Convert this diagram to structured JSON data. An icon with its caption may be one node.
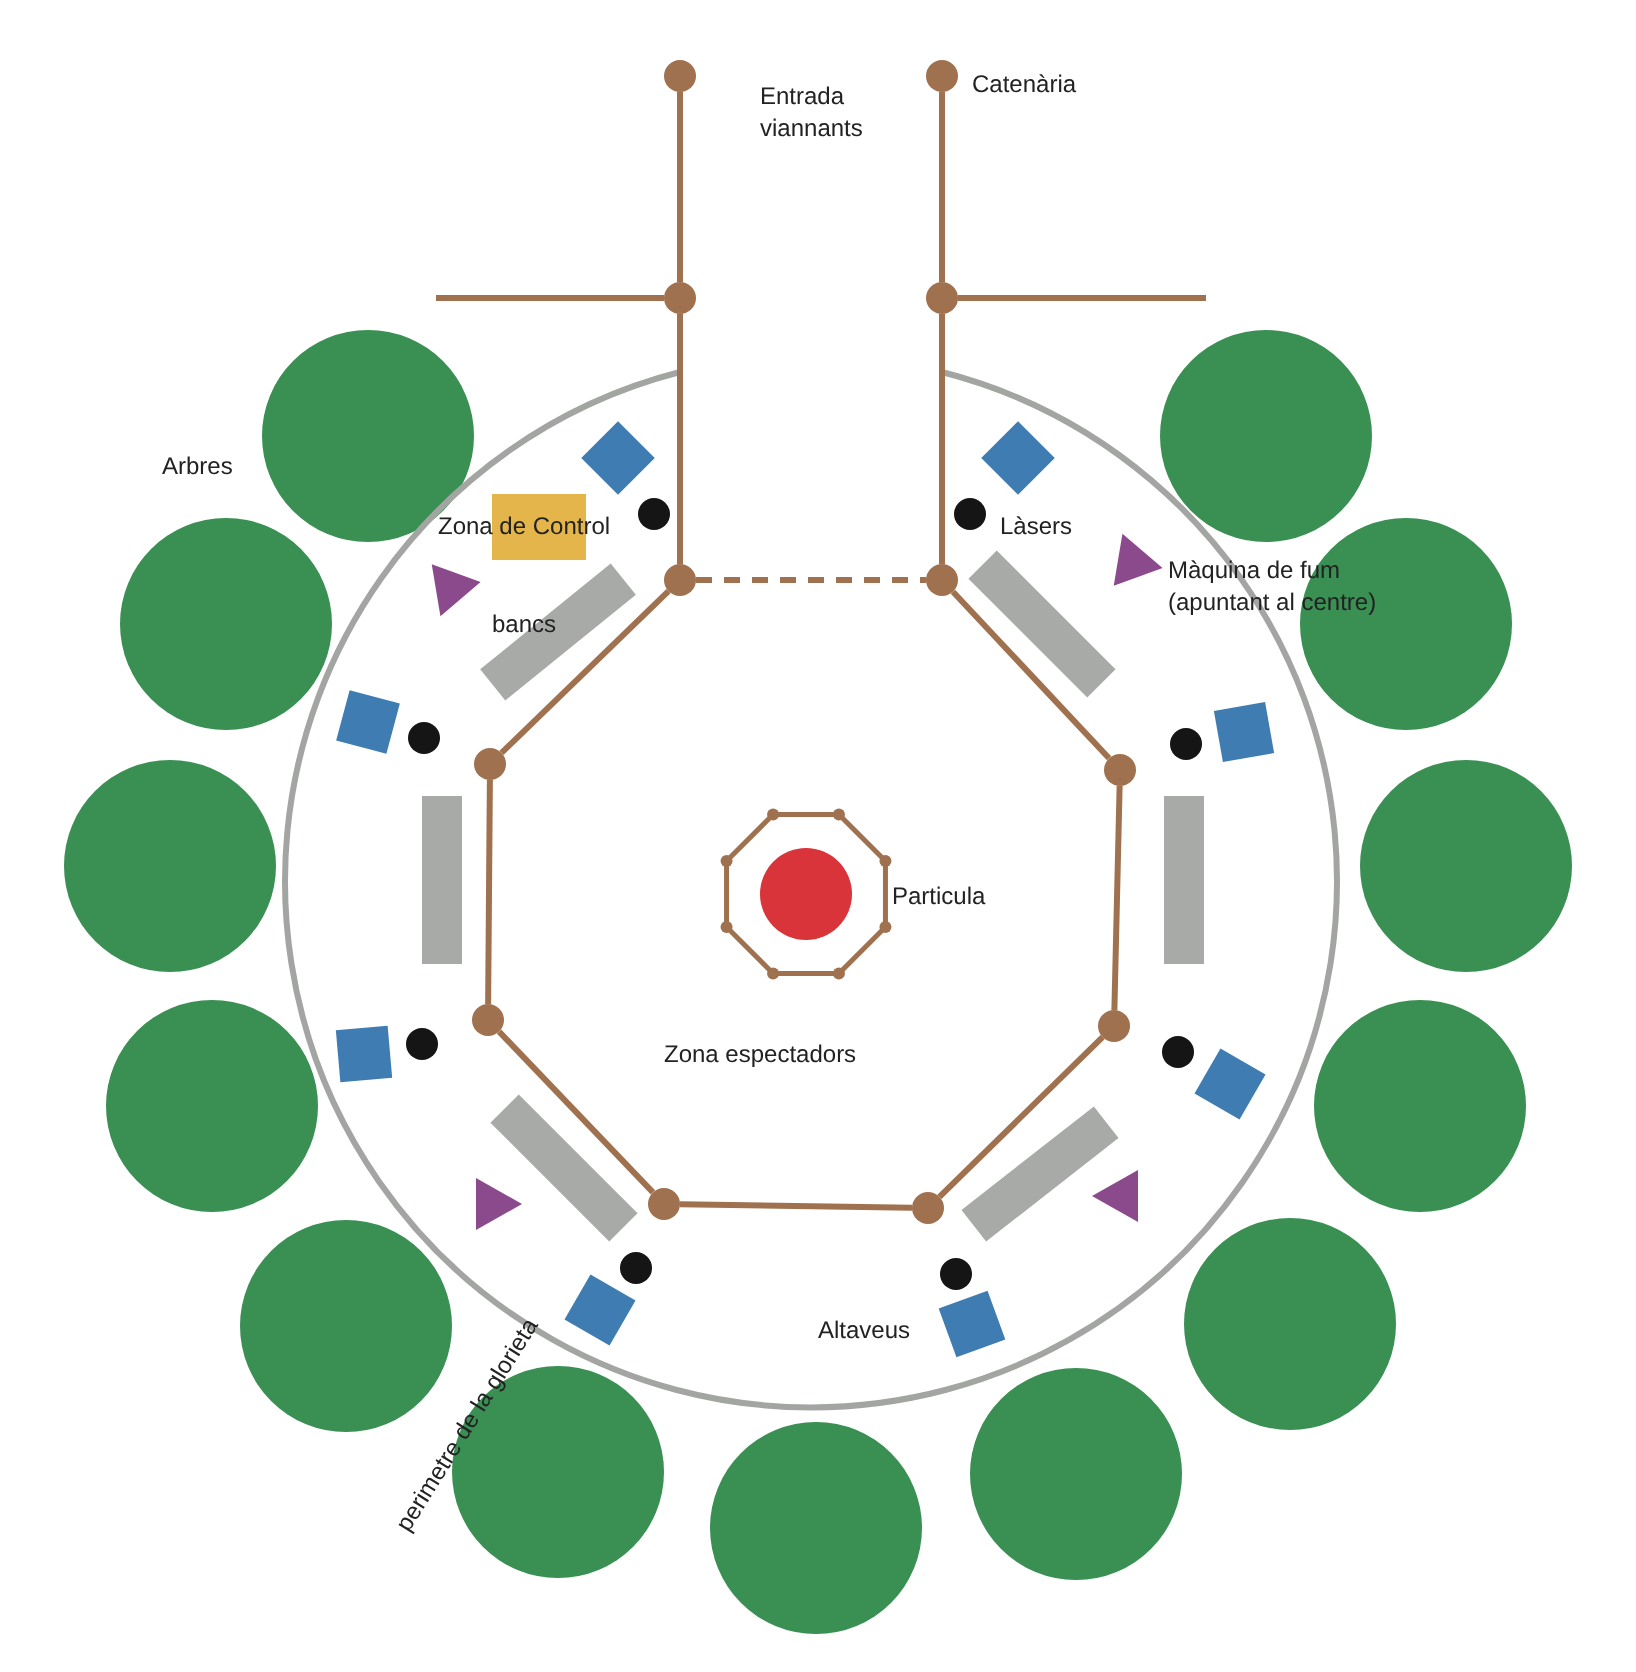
{
  "diagram": {
    "nodes": [
      {
        "text": [],
        "shape": "circle"
      },
      {
        "text": [],
        "shape": "circle"
      },
      {
        "text": [],
        "shape": "circle"
      },
      {
        "text": [],
        "shape": "circle"
      },
      {
        "text": [],
        "shape": "circle"
      },
      {
        "text": [],
        "shape": "circle"
      },
      {
        "text": [],
        "shape": "circle"
      },
      {
        "text": [],
        "shape": "circle"
      },
      {
        "text": [],
        "shape": "circle"
      },
      {
        "text": [],
        "shape": "circle"
      },
      {
        "text": [],
        "shape": "circle"
      },
      {
        "text": [],
        "shape": "circle"
      },
      {
        "text": [],
        "shape": "circle"
      },
      {
        "text": [],
        "shape": "circle"
      },
      {
        "text": [],
        "shape": "circle"
      },
      {
        "text": [],
        "shape": "circle"
      },
      {
        "text": [],
        "shape": "circle"
      },
      {
        "text": [],
        "shape": "circle"
      },
      {
        "text": [],
        "shape": "circle"
      },
      {
        "text": [],
        "shape": "circle"
      },
      {
        "text": [],
        "shape": "circle"
      },
      {
        "text": [],
        "shape": "circle"
      },
      {
        "text": [],
        "shape": "circle"
      },
      {
        "text": [],
        "shape": "circle"
      },
      {
        "text": [],
        "shape": "circle"
      },
      {
        "text": [],
        "shape": "bar"
      },
      {
        "text": [],
        "shape": "bar"
      },
      {
        "text": [],
        "shape": "bar"
      },
      {
        "text": [],
        "shape": "bar"
      },
      {
        "text": [],
        "shape": "bar"
      },
      {
        "text": [],
        "shape": "bar"
      }
    ],
    "edges": [
      {
        "from": 0,
        "to": 2,
        "arrow": "none"
      },
      {
        "from": 2,
        "to": 4,
        "arrow": "none"
      },
      {
        "from": 1,
        "to": 3,
        "arrow": "none"
      },
      {
        "from": 3,
        "to": 5,
        "arrow": "none"
      },
      {
        "from": null,
        "to": 2,
        "arrow": "none"
      },
      {
        "from": 3,
        "to": null,
        "arrow": "none"
      },
      {
        "from": 4,
        "to": 5,
        "arrow": "none",
        "style": "dashed"
      },
      {
        "from": 5,
        "to": 6,
        "arrow": "none"
      },
      {
        "from": 6,
        "to": 7,
        "arrow": "none"
      },
      {
        "from": 7,
        "to": 8,
        "arrow": "none"
      },
      {
        "from": 8,
        "to": 9,
        "arrow": "none"
      },
      {
        "from": 9,
        "to": 10,
        "arrow": "none"
      },
      {
        "from": 10,
        "to": 11,
        "arrow": "none"
      },
      {
        "from": 11,
        "to": 4,
        "arrow": "none"
      }
    ],
    "labels": [
      "Catenària",
      "Entrada viannants",
      "Arbres",
      "Zona de Control",
      "Làsers",
      "Màquina de fum (apuntant al centre)",
      "bancs",
      "Particula",
      "Zona espectadors",
      "Altaveus",
      "perimetre de la glorieta"
    ]
  }
}
